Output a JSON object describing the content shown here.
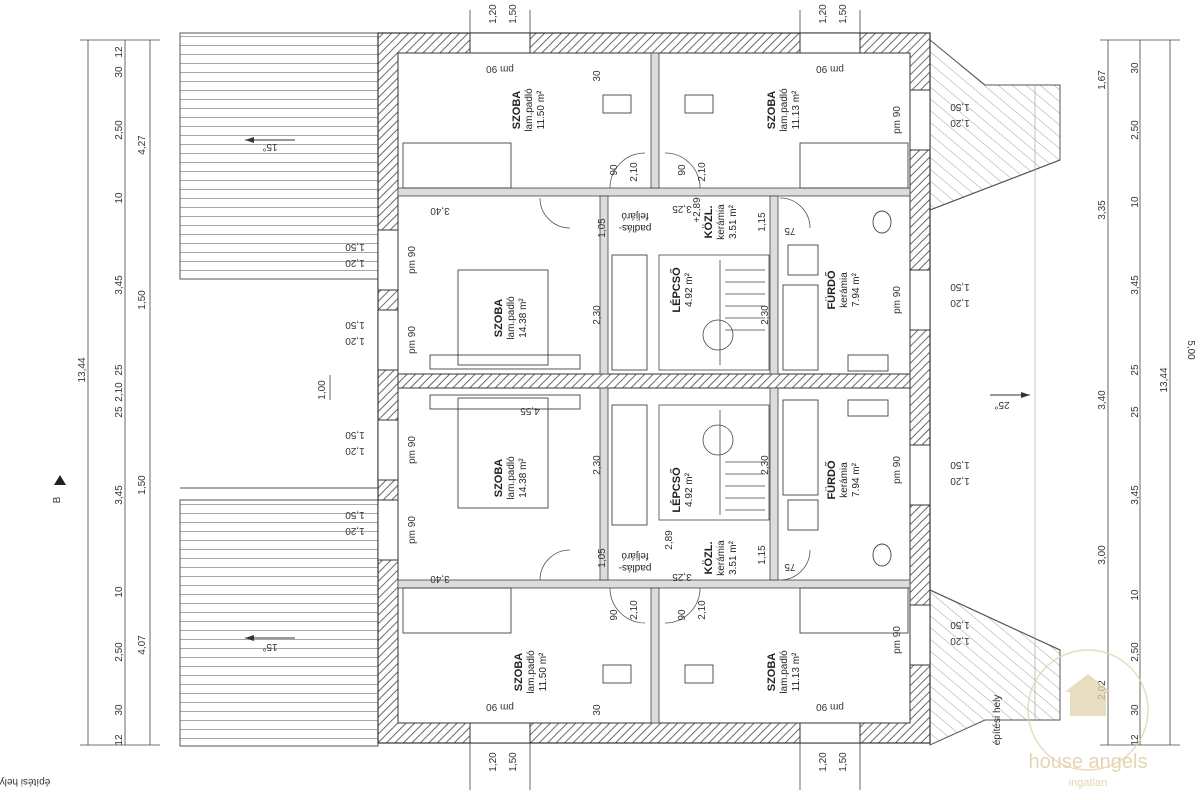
{
  "colors": {
    "wall": "#555555",
    "line": "#444444",
    "hatch": "#7a7a7a",
    "watermark": "#d8c49a"
  },
  "rooms": {
    "r1": {
      "name": "SZOBA",
      "finish": "lam.padló",
      "area": "11.50 m²"
    },
    "r2": {
      "name": "SZOBA",
      "finish": "lam.padló",
      "area": "11.13 m²"
    },
    "r3": {
      "name": "SZOBA",
      "finish": "lam.padló",
      "area": "14.38 m²"
    },
    "r4": {
      "name": "SZOBA",
      "finish": "lam.padló",
      "area": "14.38 m²"
    },
    "r5": {
      "name": "SZOBA",
      "finish": "lam.padló",
      "area": "11.50 m²"
    },
    "r6": {
      "name": "SZOBA",
      "finish": "lam.padló",
      "area": "11.13 m²"
    },
    "lep1": {
      "name": "LÉPCSŐ",
      "area": "4.92 m²"
    },
    "lep2": {
      "name": "LÉPCSŐ",
      "area": "4.92 m²"
    },
    "bath1": {
      "name": "FÜRDŐ",
      "finish": "kerámia",
      "area": "7.94 m²"
    },
    "bath2": {
      "name": "FÜRDŐ",
      "finish": "kerámia",
      "area": "7.94 m²"
    },
    "hall1": {
      "name": "KÖZL.",
      "finish": "kerámia",
      "area": "3.51 m²"
    },
    "hall2": {
      "name": "KÖZL.",
      "finish": "kerámia",
      "area": "3.51 m²"
    }
  },
  "labels": {
    "padlas": "padlás-",
    "feljaro": "feljáró",
    "pm90": "pm 90",
    "epitesi": "építési hely",
    "section": "B",
    "roof15": "15°",
    "roof25": "25°"
  },
  "dims": {
    "left": [
      "12",
      "30",
      "2,50",
      "10",
      "3,45",
      "25",
      "2,10",
      "25",
      "3,45",
      "10",
      "2,50",
      "30",
      "12"
    ],
    "left_totals": [
      "4,27",
      "13,44",
      "1,50",
      "1,00",
      "1,50",
      "4,07"
    ],
    "right": [
      "30",
      "2,50",
      "10",
      "3,45",
      "25",
      "25",
      "3,45",
      "10",
      "2,50",
      "30",
      "12"
    ],
    "right_totals": [
      "1,67",
      "3,35",
      "3,40",
      "3,00",
      "2,02",
      "13,44",
      "5,00"
    ],
    "top": [
      "1,20",
      "1,50",
      "1,20",
      "1,50"
    ],
    "inner": [
      "3,40",
      "2,30",
      "2,10",
      "1,50",
      "1,20",
      "90",
      "30",
      "1,05",
      "1,15",
      "1,00",
      "75",
      "+2,89",
      "4,55",
      "2,89",
      "3,25"
    ]
  },
  "watermark": {
    "brand": "house angels",
    "sub": "ingatlan"
  }
}
